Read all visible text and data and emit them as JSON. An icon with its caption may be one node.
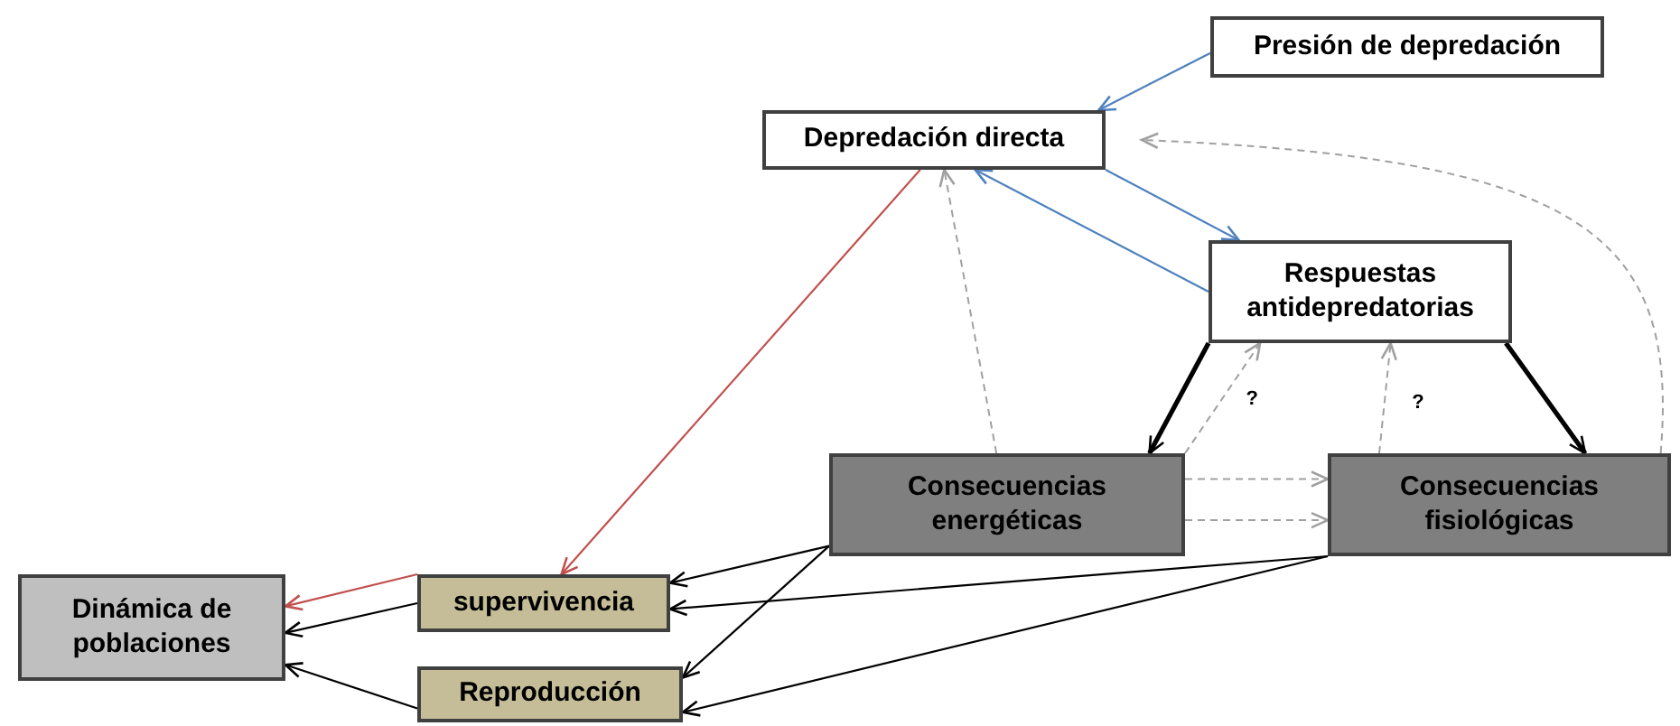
{
  "diagram": {
    "nodes": [
      {
        "text": [
          "Presión de depredación"
        ]
      },
      {
        "text": [
          "Depredación directa"
        ]
      },
      {
        "text": [
          "Respuestas antidepredatorias"
        ]
      },
      {
        "text": [
          "Consecuencias energéticas"
        ]
      },
      {
        "text": [
          "Consecuencias fisiológicas"
        ]
      },
      {
        "text": [
          "supervivencia"
        ]
      },
      {
        "text": [
          "Reproducción"
        ]
      },
      {
        "text": [
          "Dinámica de poblaciones"
        ]
      }
    ],
    "edges": [
      {
        "from": 0,
        "to": 1,
        "arrow": "to",
        "color": "#4f81bd"
      },
      {
        "from": 1,
        "to": 2,
        "arrow": "to",
        "color": "#4f81bd"
      },
      {
        "from": 2,
        "to": 1,
        "arrow": "to",
        "color": "#4f81bd"
      },
      {
        "from": 1,
        "to": 5,
        "arrow": "to",
        "color": "#c0504d"
      },
      {
        "from": 5,
        "to": 7,
        "arrow": "to",
        "color": "#c0504d"
      },
      {
        "from": 5,
        "to": 7,
        "arrow": "to"
      },
      {
        "from": 6,
        "to": 7,
        "arrow": "to"
      },
      {
        "from": 3,
        "to": 1,
        "arrow": "to",
        "style": "dashed",
        "color": "#a0a0a0"
      },
      {
        "from": 4,
        "to": 1,
        "arrow": "to",
        "style": "dashed",
        "color": "#a0a0a0"
      },
      {
        "from": 2,
        "to": 3,
        "arrow": "to",
        "style": "thick"
      },
      {
        "from": 3,
        "to": 2,
        "arrow": "to",
        "label": "?",
        "style": "dashed",
        "color": "#a0a0a0"
      },
      {
        "from": 4,
        "to": 2,
        "arrow": "to",
        "label": "?",
        "style": "dashed",
        "color": "#a0a0a0"
      },
      {
        "from": 2,
        "to": 4,
        "arrow": "to",
        "style": "thick"
      },
      {
        "from": 3,
        "to": 4,
        "arrow": "to",
        "style": "dashed",
        "color": "#a0a0a0"
      },
      {
        "from": 3,
        "to": 4,
        "arrow": "to",
        "style": "dashed",
        "color": "#a0a0a0"
      },
      {
        "from": 3,
        "to": 5,
        "arrow": "to"
      },
      {
        "from": 3,
        "to": 6,
        "arrow": "to"
      },
      {
        "from": 4,
        "to": 5,
        "arrow": "to"
      },
      {
        "from": 4,
        "to": 6,
        "arrow": "to"
      }
    ]
  }
}
